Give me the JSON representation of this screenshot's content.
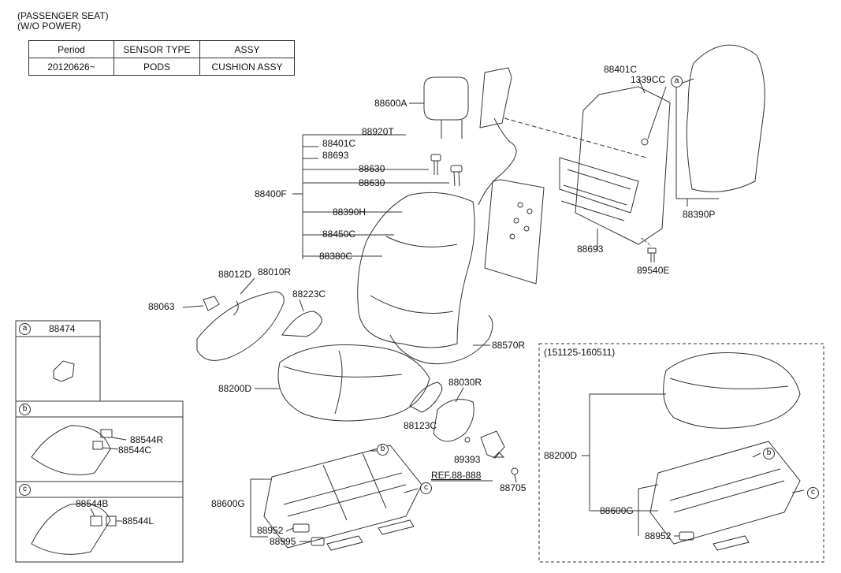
{
  "header": {
    "line1": "(PASSENGER SEAT)",
    "line2": "(W/O POWER)"
  },
  "spec_table": {
    "headers": [
      "Period",
      "SENSOR TYPE",
      "ASSY"
    ],
    "row": [
      "20120626~",
      "PODS",
      "CUSHION ASSY"
    ]
  },
  "detail_a": {
    "letter": "a",
    "part": "88474"
  },
  "detail_b": {
    "letter": "b",
    "part1": "88544R",
    "part2": "88544C"
  },
  "detail_c": {
    "letter": "c",
    "part1": "88544B",
    "part2": "88544L"
  },
  "variant_box": {
    "period": "(151125-160511)",
    "p1": "88200D",
    "p2": "88600G",
    "p3": "88952",
    "b": "b",
    "c": "c"
  },
  "parts": {
    "p88600A": "88600A",
    "p88920T": "88920T",
    "p88401C_a": "88401C",
    "p88693_a": "88693",
    "p88630_1": "88630",
    "p88630_2": "88630",
    "p88400F": "88400F",
    "p88390H": "88390H",
    "p88450C": "88450C",
    "p88380C": "88380C",
    "p88401C_b": "88401C",
    "p1339CC": "1339CC",
    "p88390P": "88390P",
    "p88693_b": "88693",
    "p89540E": "89540E",
    "p88012D": "88012D",
    "p88010R": "88010R",
    "p88063": "88063",
    "p88223C": "88223C",
    "p88570R": "88570R",
    "p88200D": "88200D",
    "p88030R": "88030R",
    "p88123C": "88123C",
    "p89393": "89393",
    "ref": "REF.88-888",
    "p88705": "88705",
    "p88600G": "88600G",
    "p88952": "88952",
    "p88995": "88995",
    "callout_a": "a",
    "callout_b": "b",
    "callout_c": "c"
  }
}
